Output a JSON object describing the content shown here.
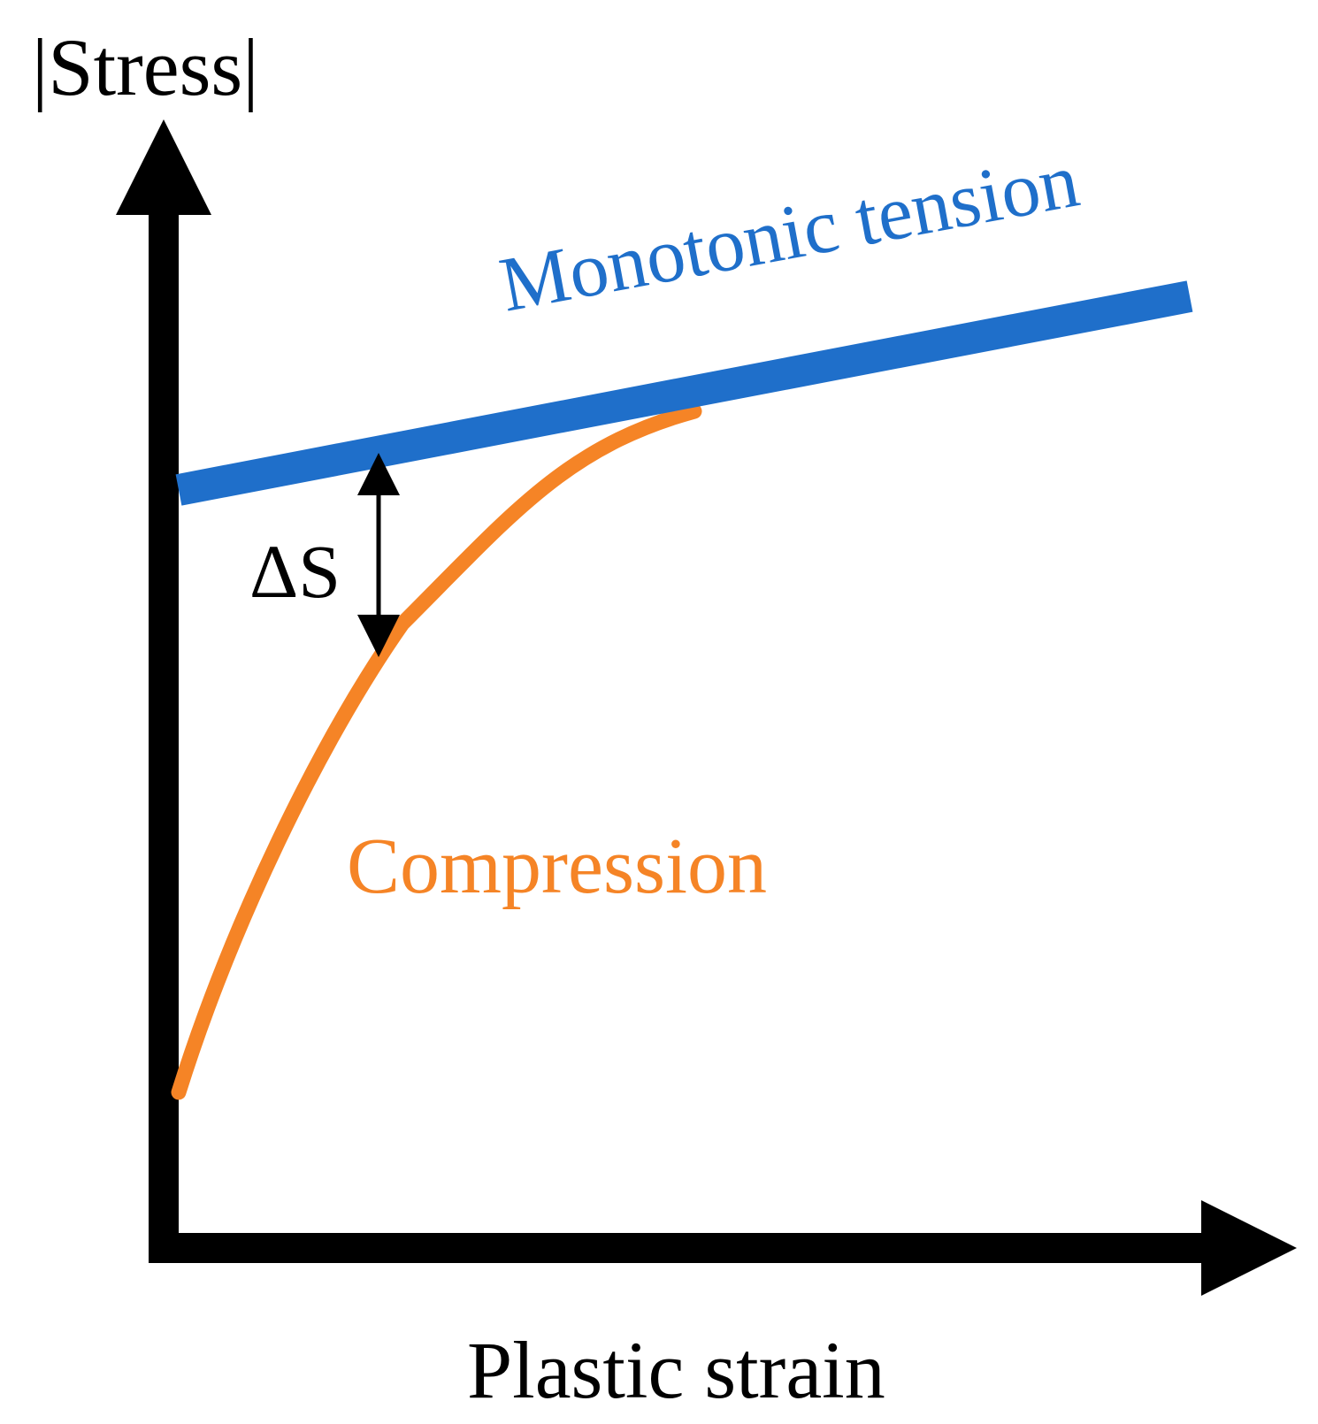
{
  "figure": {
    "y_axis_label": "|Stress|",
    "x_axis_label": "Plastic strain",
    "curves": [
      {
        "id": "tension",
        "label": "Monotonic tension",
        "color": "#1f6fca"
      },
      {
        "id": "compression",
        "label": "Compression",
        "color": "#f58426"
      }
    ],
    "difference_annotation": {
      "label": "ΔS"
    },
    "axis_color": "#000000"
  }
}
